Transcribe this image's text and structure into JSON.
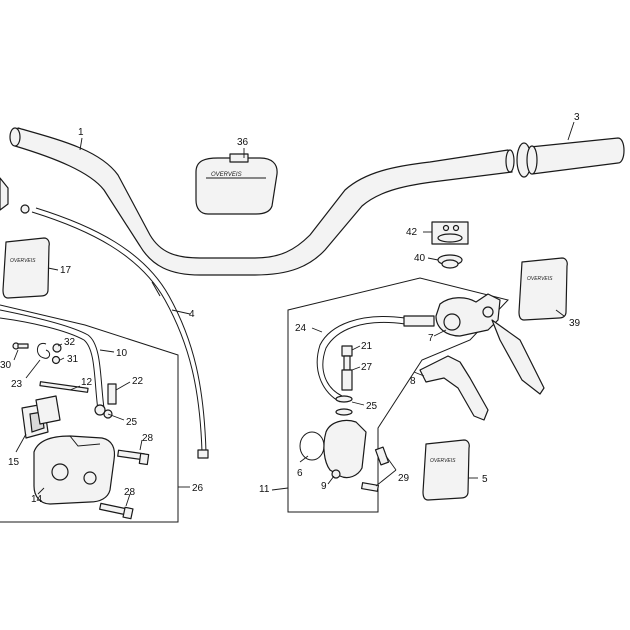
{
  "callouts": {
    "c1": "1",
    "c3": "3",
    "c36": "36",
    "c4": "4",
    "c17": "17",
    "c42": "42",
    "c40": "40",
    "c39": "39",
    "c24": "24",
    "c7": "7",
    "c21": "21",
    "c27": "27",
    "c8": "8",
    "c25b": "25",
    "c6": "6",
    "c11": "11",
    "c9": "9",
    "c29": "29",
    "c5": "5",
    "c30": "30",
    "c32": "32",
    "c31": "31",
    "c10": "10",
    "c23": "23",
    "c12": "12",
    "c22": "22",
    "c25a": "25",
    "c15": "15",
    "c28a": "28",
    "c14": "14",
    "c28b": "28",
    "c26": "26"
  },
  "colors": {
    "line": "#1a1a1a",
    "part_fill": "#f3f3f3",
    "background": "#ffffff"
  }
}
